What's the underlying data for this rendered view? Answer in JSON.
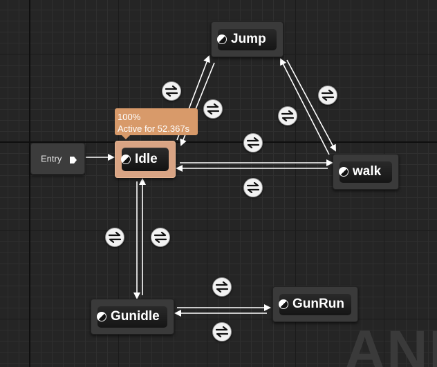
{
  "graph": {
    "entry_label": "Entry",
    "watermark": "ANIM",
    "states": {
      "jump": "Jump",
      "idle": "Idle",
      "walk": "walk",
      "gunidle": "Gunidle",
      "gunrun": "GunRun"
    },
    "active_state": "Idle",
    "tooltip": {
      "weight": "100%",
      "active_for": "Active for 52.367s"
    },
    "transitions": [
      {
        "from": "Idle",
        "to": "Jump"
      },
      {
        "from": "Jump",
        "to": "Idle"
      },
      {
        "from": "Jump",
        "to": "walk"
      },
      {
        "from": "walk",
        "to": "Jump"
      },
      {
        "from": "Idle",
        "to": "walk"
      },
      {
        "from": "walk",
        "to": "Idle"
      },
      {
        "from": "Idle",
        "to": "Gunidle"
      },
      {
        "from": "Gunidle",
        "to": "Idle"
      },
      {
        "from": "Gunidle",
        "to": "GunRun"
      },
      {
        "from": "GunRun",
        "to": "Gunidle"
      }
    ],
    "colors": {
      "background": "#252525",
      "node": "#3a3a3a",
      "active_node": "#d9a484",
      "tooltip": "#d89a6a",
      "wire": "#ffffff"
    }
  }
}
